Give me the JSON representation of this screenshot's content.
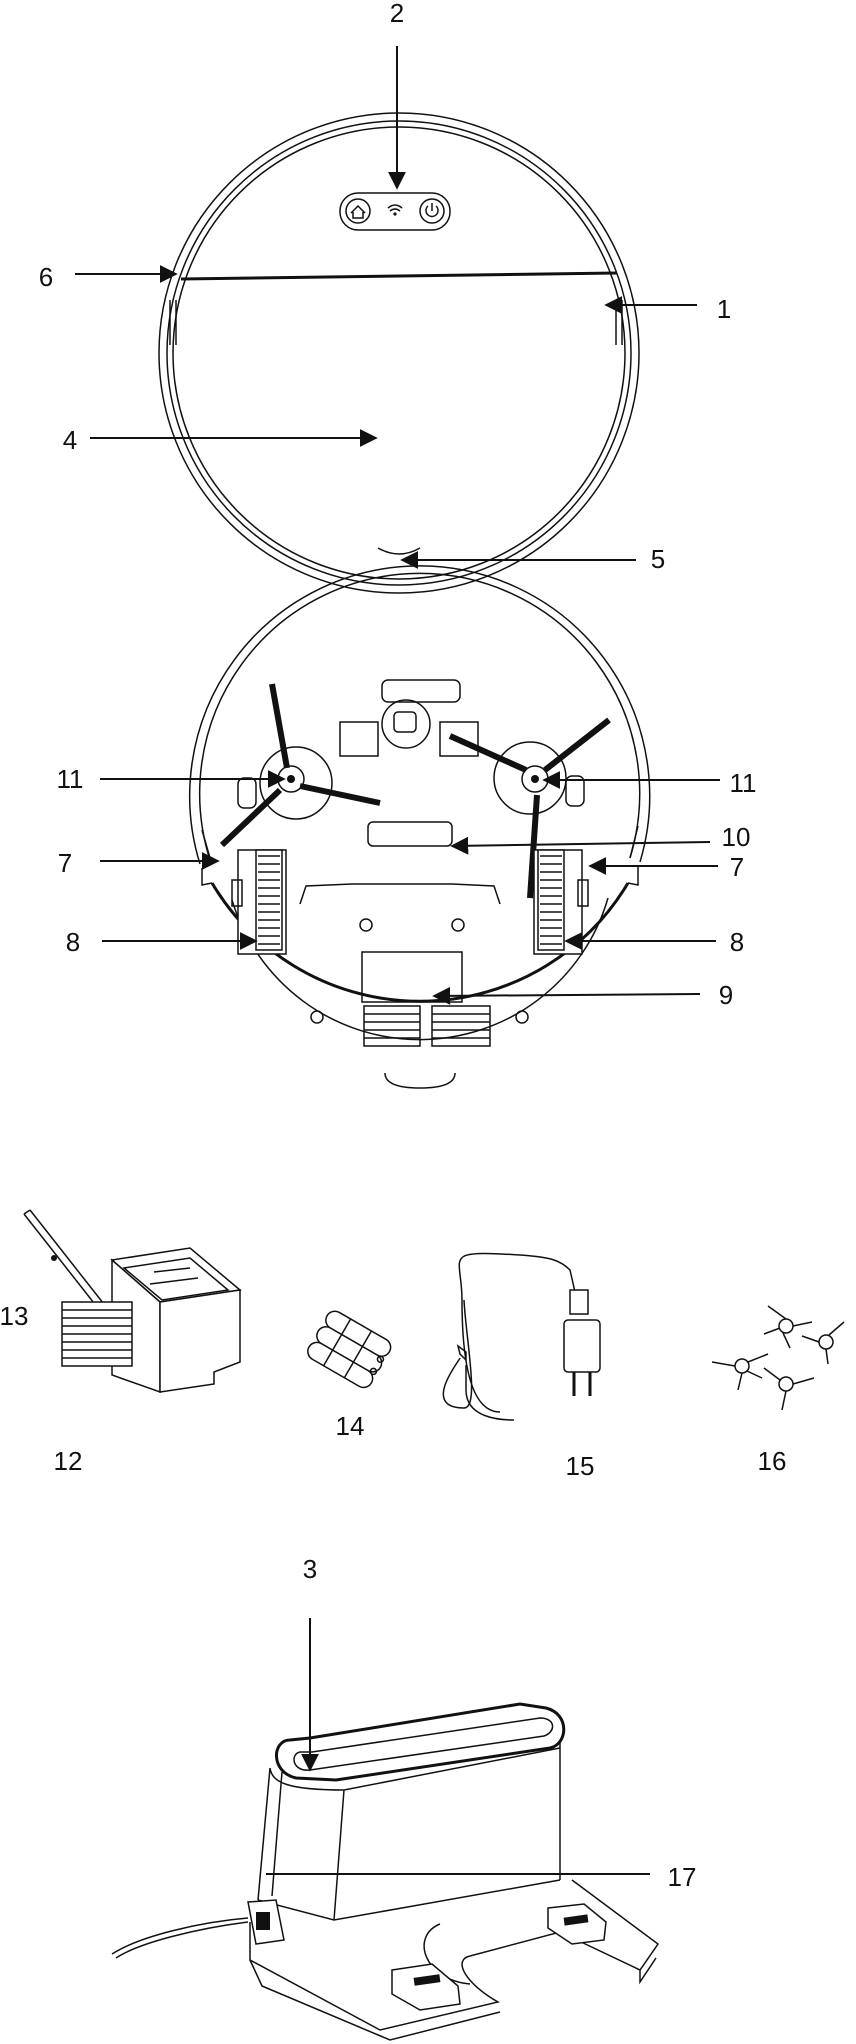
{
  "callouts": {
    "c1": "1",
    "c2": "2",
    "c3": "3",
    "c4": "4",
    "c5": "5",
    "c6": "6",
    "c7_left": "7",
    "c7_right": "7",
    "c8_left": "8",
    "c8_right": "8",
    "c9": "9",
    "c10": "10",
    "c11_left": "11",
    "c11_right": "11",
    "c12": "12",
    "c13": "13",
    "c14": "14",
    "c15": "15",
    "c16": "16",
    "c17": "17"
  },
  "icons": {
    "top_panel": [
      "home-icon",
      "wifi-icon",
      "power-icon"
    ]
  },
  "colors": {
    "line": "#111111",
    "background": "#ffffff"
  }
}
